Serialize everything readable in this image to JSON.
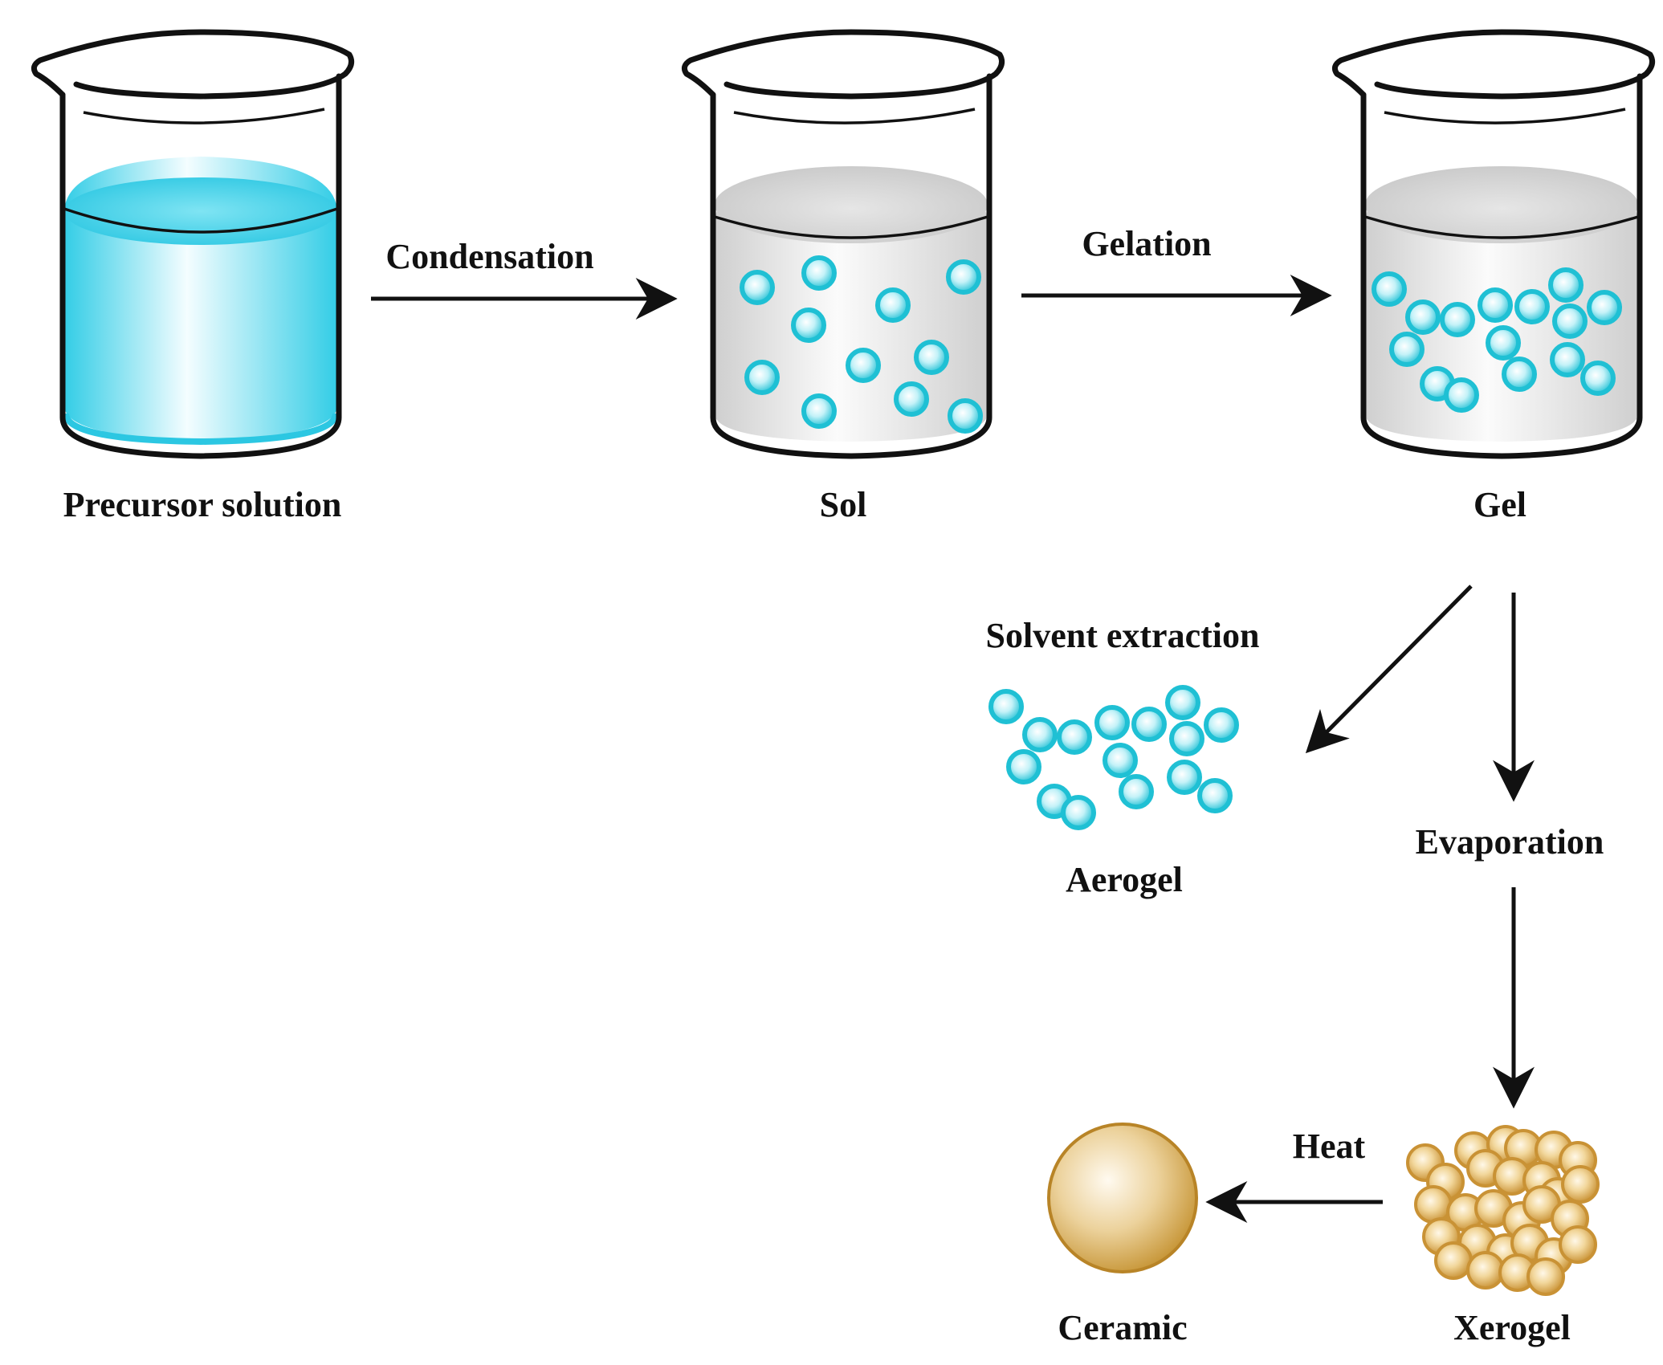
{
  "stages": {
    "precursor": "Precursor solution",
    "sol": "Sol",
    "gel": "Gel",
    "aerogel": "Aerogel",
    "xerogel": "Xerogel",
    "ceramic": "Ceramic"
  },
  "processes": {
    "condensation": "Condensation",
    "gelation": "Gelation",
    "solvent_extraction": "Solvent extraction",
    "evaporation": "Evaporation",
    "heat": "Heat"
  },
  "colors": {
    "solution": "#3fd0e8",
    "sol_liquid": "#d9d9d9",
    "particle": "#29c4d6",
    "xerogel_particle": "#d9a94a",
    "ceramic": "#d4a246"
  }
}
